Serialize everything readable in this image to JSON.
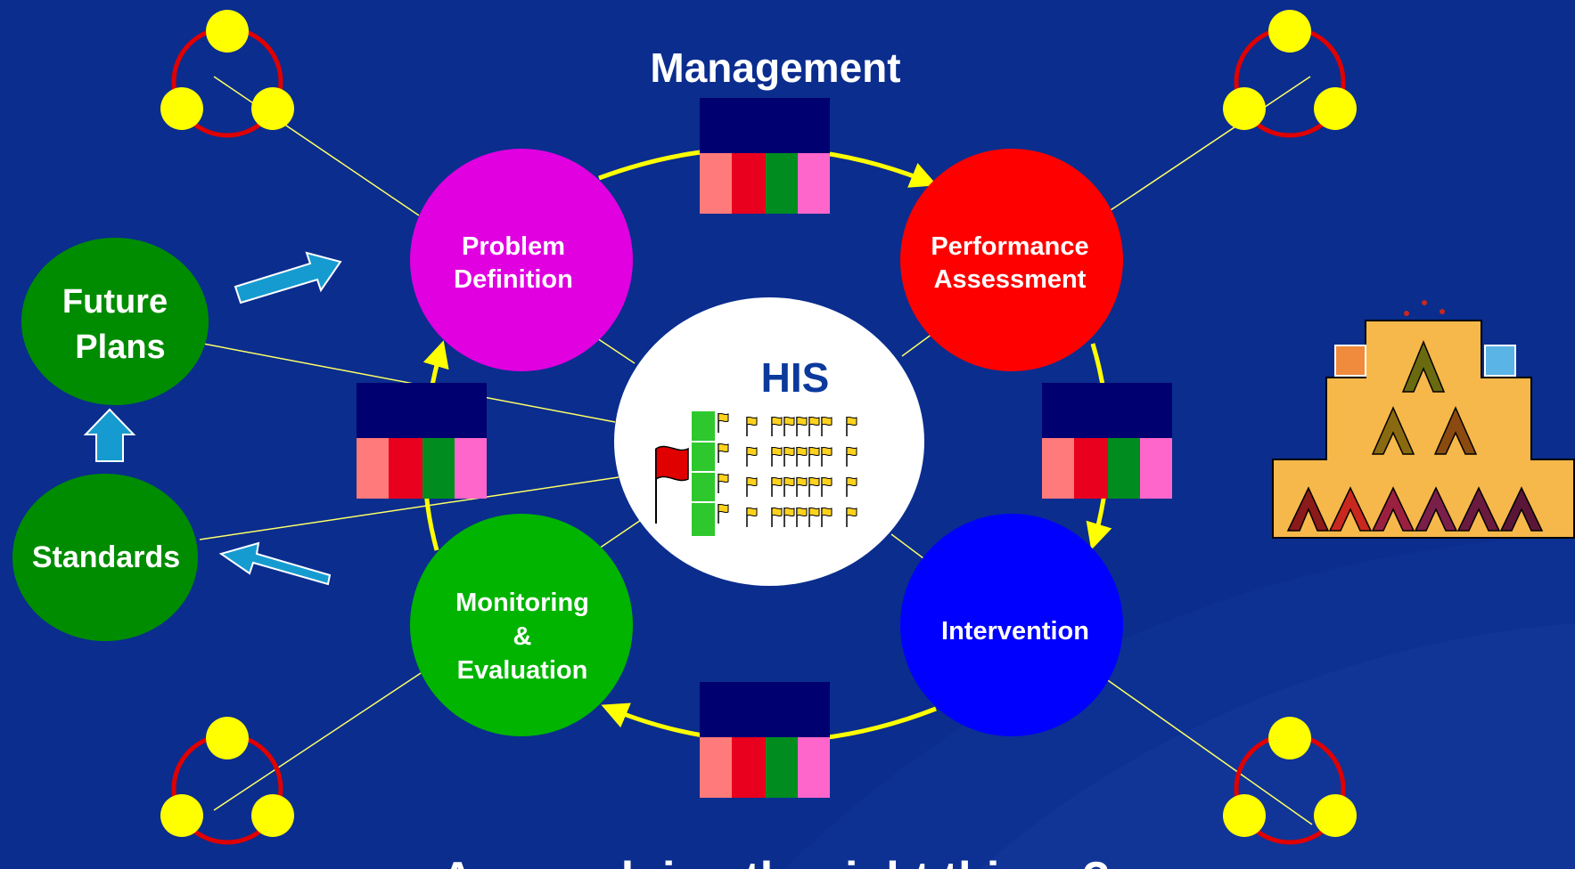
{
  "title": "Management",
  "bottom_text": "Are we doing the right things?",
  "hub": {
    "label": "HIS",
    "label_color": "#0b3a9c",
    "fill": "#ffffff"
  },
  "cycle": [
    {
      "id": "problem-definition",
      "lines": [
        "Problem",
        "Definition"
      ],
      "color": "#e000e0"
    },
    {
      "id": "performance-assessment",
      "lines": [
        "Performance",
        "Assessment"
      ],
      "color": "#ff0000"
    },
    {
      "id": "intervention",
      "lines": [
        "Intervention"
      ],
      "color": "#0000ff"
    },
    {
      "id": "monitoring-evaluation",
      "lines": [
        "Monitoring",
        "&",
        "Evaluation"
      ],
      "color": "#00b400"
    }
  ],
  "side_nodes": [
    {
      "id": "future-plans",
      "lines": [
        "Future",
        "Plans"
      ],
      "color": "#008c00"
    },
    {
      "id": "standards",
      "lines": [
        "Standards"
      ],
      "color": "#008c00"
    }
  ],
  "block_colors": {
    "header": "#000070",
    "cells": [
      "#ff7a7a",
      "#e8001e",
      "#008c1e",
      "#ff66cc"
    ]
  },
  "colors": {
    "background": "#0a2d8e",
    "arrow": "#ffff00",
    "connector": "#ffff66",
    "blue_arrow": "#169bd0"
  }
}
